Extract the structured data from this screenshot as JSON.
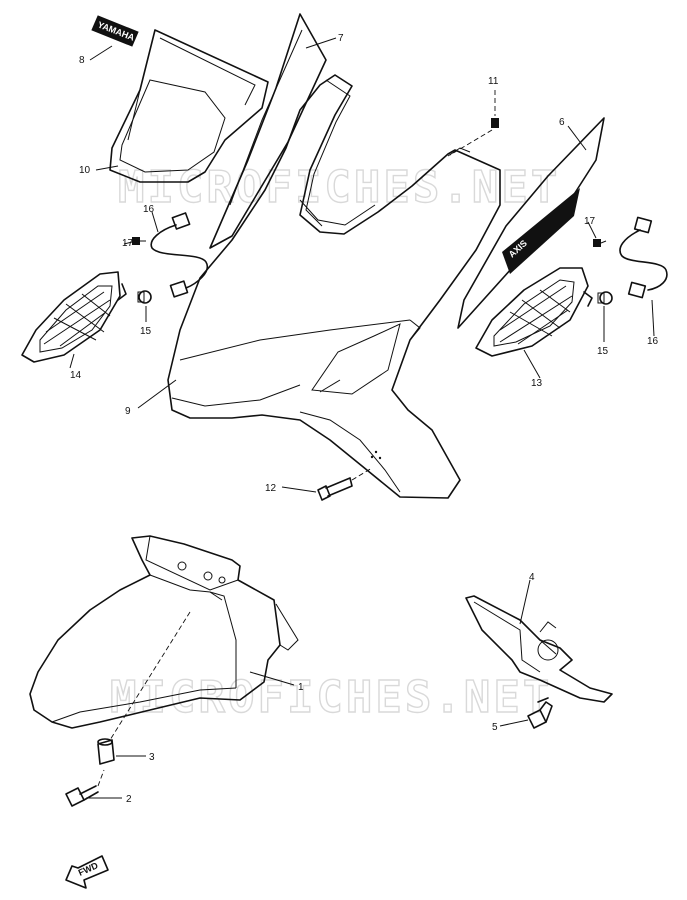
{
  "watermark": "MICROFICHES.NET",
  "brand_logo_text": "YAMAHA",
  "model_decal_text": "AXIS",
  "direction_label": "FWD",
  "callouts": [
    "1",
    "2",
    "3",
    "4",
    "5",
    "6",
    "7",
    "8",
    "9",
    "10",
    "11",
    "12",
    "13",
    "14",
    "15",
    "16",
    "17"
  ]
}
